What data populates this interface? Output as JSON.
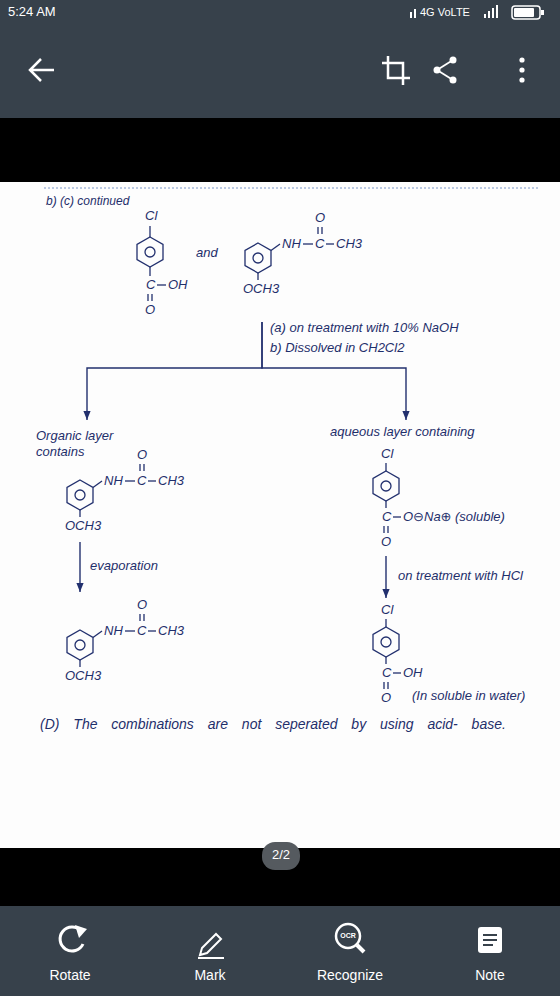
{
  "diagram": {
    "nodes": [
      {
        "text": [
          "Cl",
          "C",
          "OH",
          "O",
          "NH",
          "O",
          "C",
          "CH3",
          "OCH3"
        ]
      },
      {
        "text": [
          "Organic layer contains",
          "NH",
          "O",
          "C",
          "CH3",
          "OCH3"
        ]
      },
      {
        "text": [
          "aqueous layer containing",
          "Cl",
          "C",
          "O⊖Na⊕",
          "(soluble)",
          "O"
        ]
      },
      {
        "text": [
          "NH",
          "O",
          "C",
          "CH3",
          "OCH3"
        ]
      },
      {
        "text": [
          "Cl",
          "C",
          "OH",
          "O",
          "(In soluble in water)"
        ]
      },
      {
        "text": [
          "2/2"
        ]
      }
    ],
    "edges": [
      {
        "from": 0,
        "to": 1,
        "arrow": "to"
      },
      {
        "from": 0,
        "to": 2,
        "arrow": "to"
      },
      {
        "from": 1,
        "to": 3,
        "label": "evaporation",
        "arrow": "to"
      },
      {
        "from": 2,
        "to": 4,
        "label": "on treatment with HCl",
        "arrow": "to"
      }
    ],
    "labels": [
      "5:24 AM",
      "4G VoLTE",
      "b) (c) continued",
      "and",
      "(a) on treatment with 10% NaOH",
      "b) Dissolved in CH2Cl2",
      "(D) The combinations are not seperated by using acid- base.",
      "OCR",
      "Rotate",
      "Mark",
      "Recognize",
      "Note"
    ]
  }
}
